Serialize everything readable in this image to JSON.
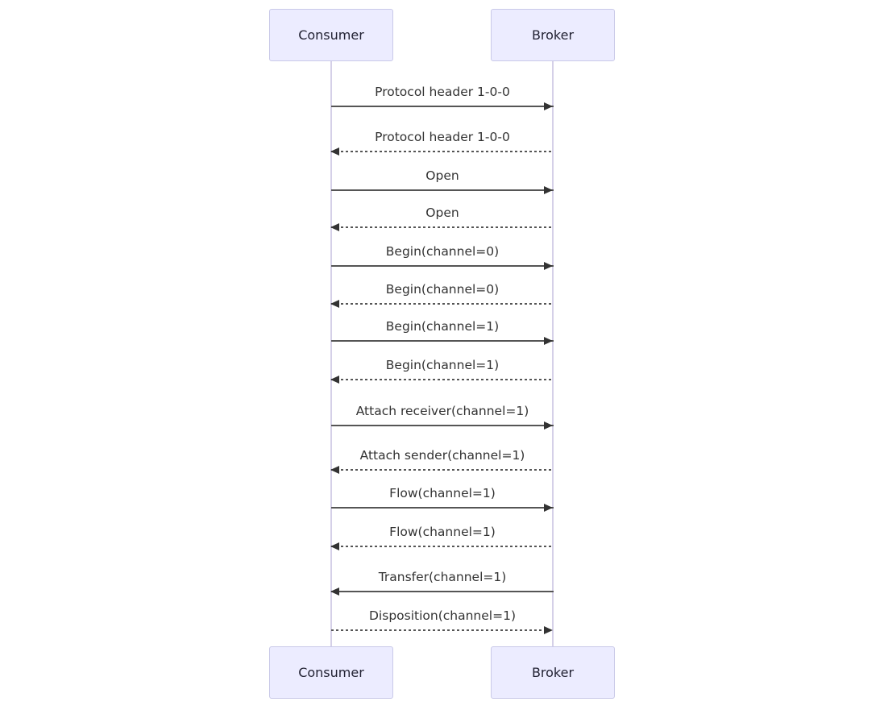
{
  "diagram": {
    "type": "sequence",
    "actors": [
      {
        "id": "consumer",
        "label": "Consumer"
      },
      {
        "id": "broker",
        "label": "Broker"
      }
    ],
    "messages": [
      {
        "from": "consumer",
        "to": "broker",
        "label": "Protocol header 1-0-0",
        "line": "solid"
      },
      {
        "from": "broker",
        "to": "consumer",
        "label": "Protocol header 1-0-0",
        "line": "dashed"
      },
      {
        "from": "consumer",
        "to": "broker",
        "label": "Open",
        "line": "solid"
      },
      {
        "from": "broker",
        "to": "consumer",
        "label": "Open",
        "line": "dashed"
      },
      {
        "from": "consumer",
        "to": "broker",
        "label": "Begin(channel=0)",
        "line": "solid"
      },
      {
        "from": "broker",
        "to": "consumer",
        "label": "Begin(channel=0)",
        "line": "dashed"
      },
      {
        "from": "consumer",
        "to": "broker",
        "label": "Begin(channel=1)",
        "line": "solid"
      },
      {
        "from": "broker",
        "to": "consumer",
        "label": "Begin(channel=1)",
        "line": "dashed"
      },
      {
        "from": "consumer",
        "to": "broker",
        "label": "Attach receiver(channel=1)",
        "line": "solid"
      },
      {
        "from": "broker",
        "to": "consumer",
        "label": "Attach sender(channel=1)",
        "line": "dashed"
      },
      {
        "from": "consumer",
        "to": "broker",
        "label": "Flow(channel=1)",
        "line": "solid"
      },
      {
        "from": "broker",
        "to": "consumer",
        "label": "Flow(channel=1)",
        "line": "dashed"
      },
      {
        "from": "broker",
        "to": "consumer",
        "label": "Transfer(channel=1)",
        "line": "solid"
      },
      {
        "from": "consumer",
        "to": "broker",
        "label": "Disposition(channel=1)",
        "line": "dashed"
      }
    ],
    "colors": {
      "background": "#ffffff",
      "actor_fill": "#ECECFF",
      "actor_border": "#c9c9e8",
      "lifeline": "#d5d0e8",
      "message_line": "#555555",
      "arrow_head": "#333333",
      "text": "#333333"
    }
  }
}
